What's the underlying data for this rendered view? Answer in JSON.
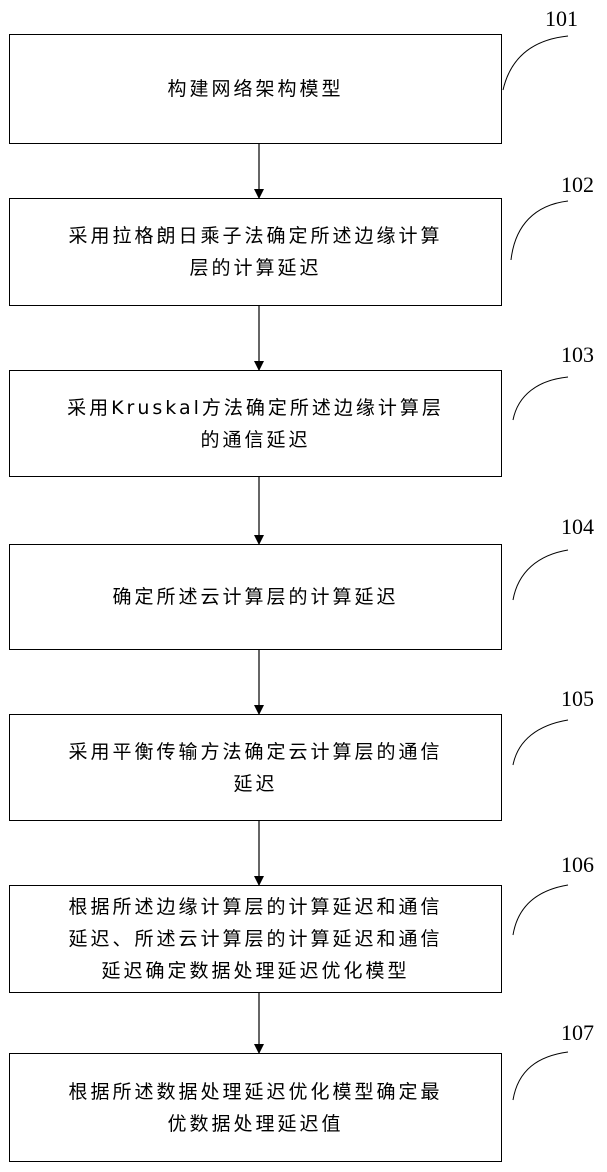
{
  "steps": [
    {
      "number": "101",
      "text": "构建网络架构模型"
    },
    {
      "number": "102",
      "text": "采用拉格朗日乘子法确定所述边缘计算\n层的计算延迟"
    },
    {
      "number": "103",
      "text": "采用Kruskal方法确定所述边缘计算层\n的通信延迟"
    },
    {
      "number": "104",
      "text": "确定所述云计算层的计算延迟"
    },
    {
      "number": "105",
      "text": "采用平衡传输方法确定云计算层的通信\n延迟"
    },
    {
      "number": "106",
      "text": "根据所述边缘计算层的计算延迟和通信\n延迟、所述云计算层的计算延迟和通信\n延迟确定数据处理延迟优化模型"
    },
    {
      "number": "107",
      "text": "根据所述数据处理延迟优化模型确定最\n优数据处理延迟值"
    }
  ]
}
